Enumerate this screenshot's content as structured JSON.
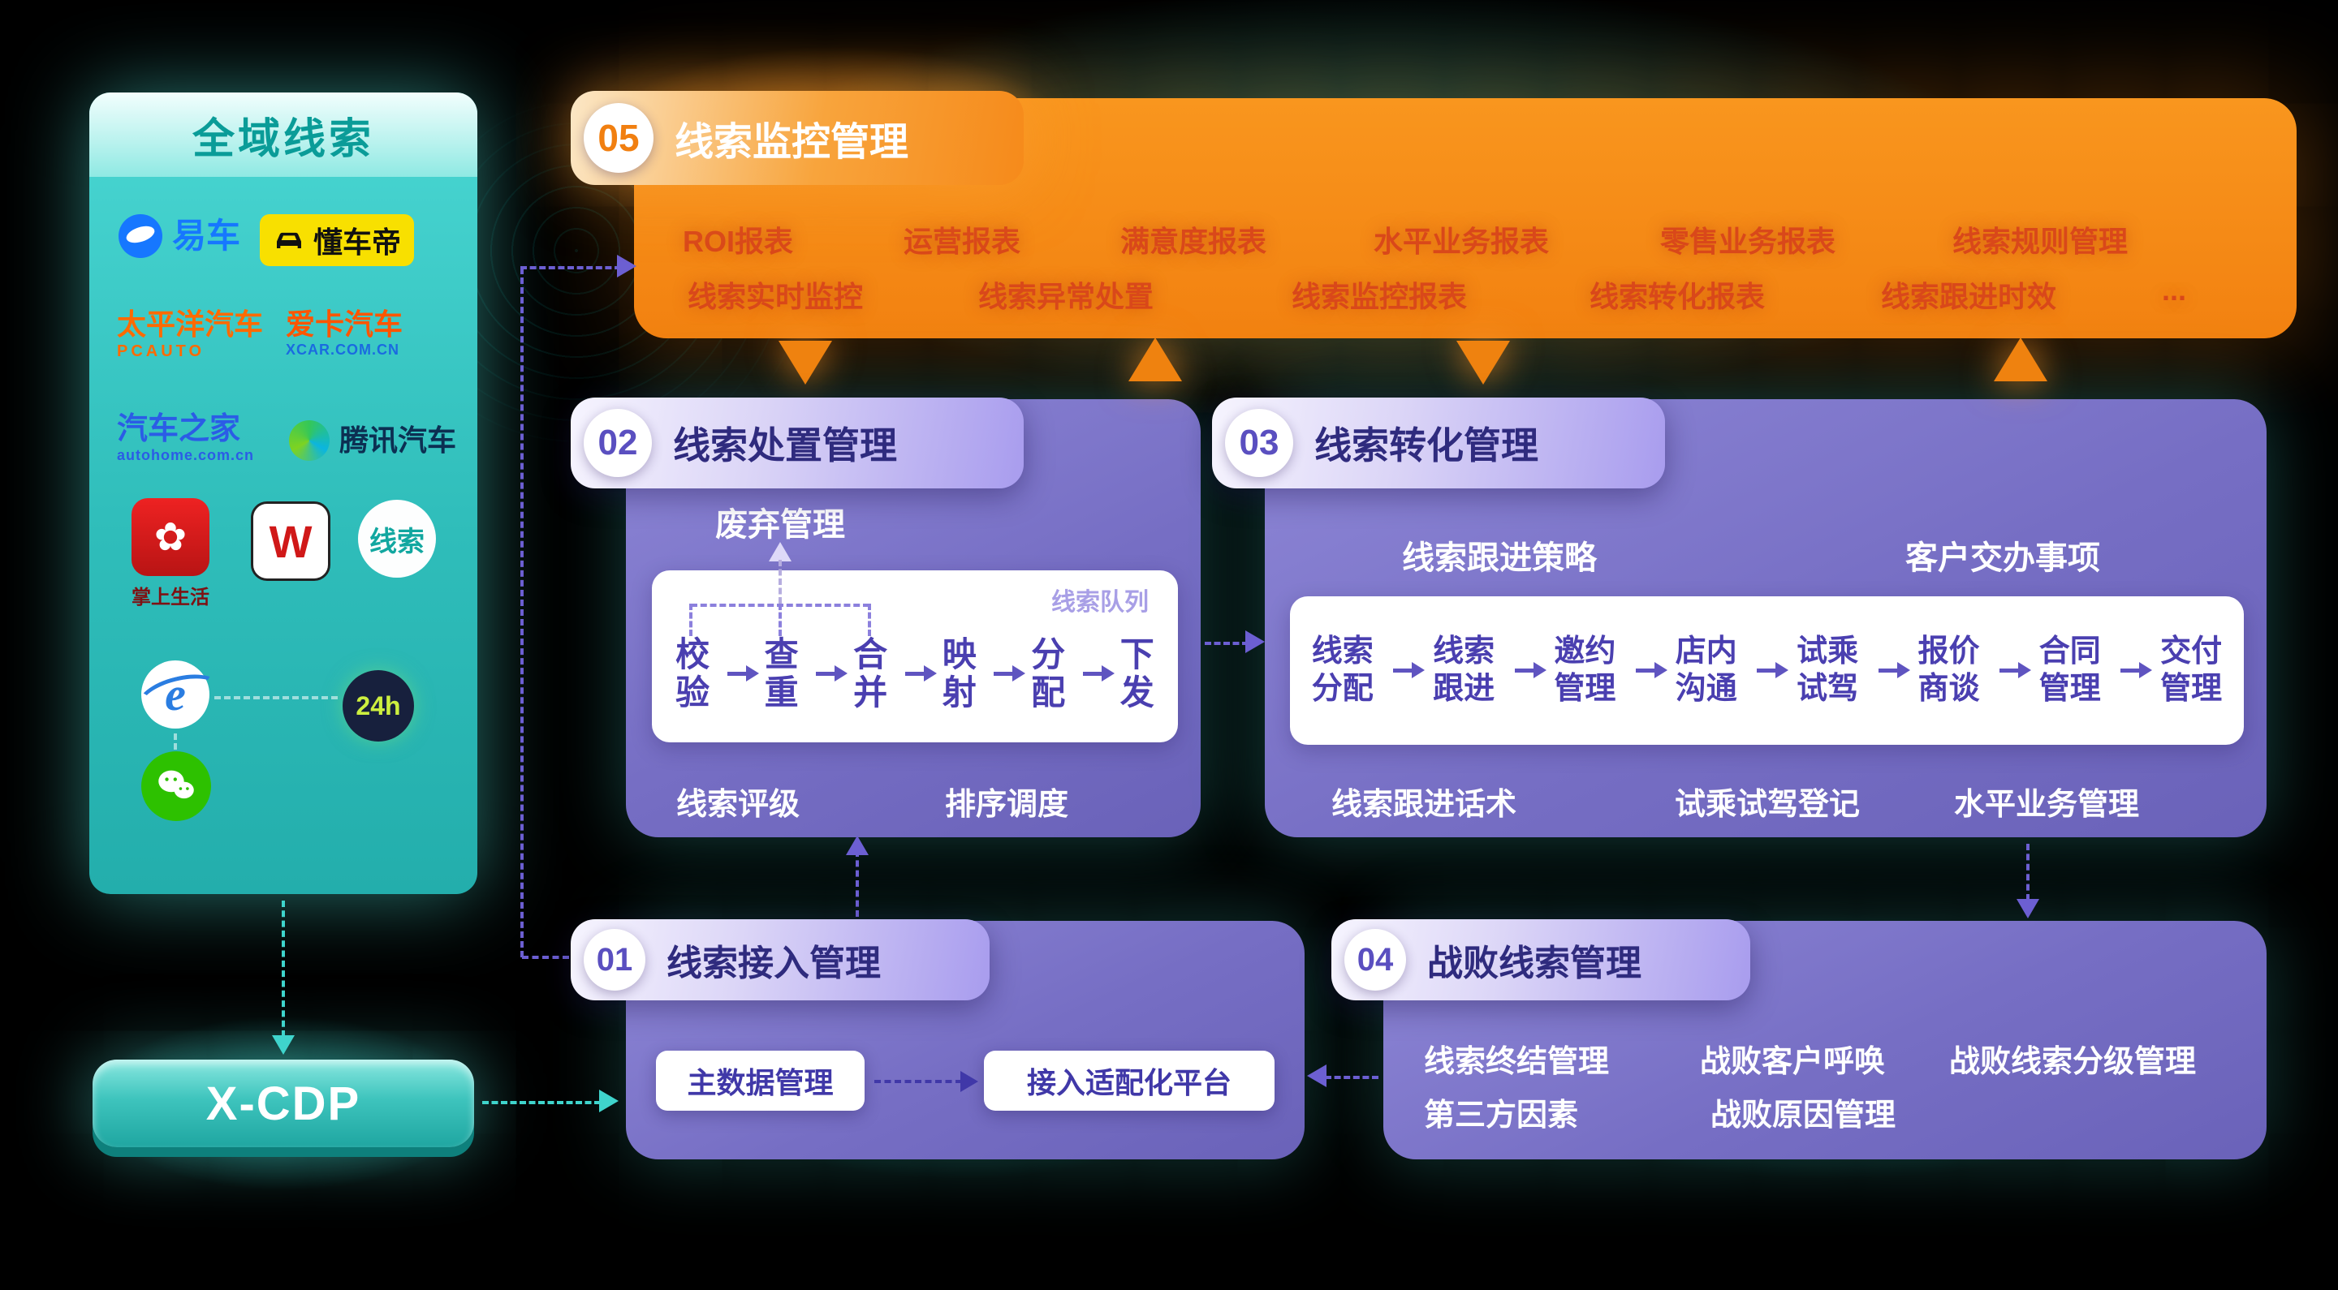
{
  "sidebar": {
    "title": "全域线索",
    "logos": {
      "yiche": "易车",
      "dongchedi": "懂车帝",
      "pcauto": "太平洋汽车",
      "pcauto_sub": "PCAUTO",
      "xcar": "爱卡汽车",
      "xcar_sub": "XCAR.COM.CN",
      "autohome": "汽车之家",
      "autohome_sub": "autohome.com.cn",
      "tencent": "腾讯汽车",
      "zhangshang": "掌上生活",
      "w": "W",
      "clue": "线索",
      "ie": "e",
      "h24": "24h"
    }
  },
  "xcdp": {
    "label": "X-CDP"
  },
  "block05": {
    "number": "05",
    "title": "线索监控管理",
    "row1": [
      "ROI报表",
      "运营报表",
      "满意度报表",
      "水平业务报表",
      "零售业务报表",
      "线索规则管理"
    ],
    "row2": [
      "线索实时监控",
      "线索异常处置",
      "线索监控报表",
      "线索转化报表",
      "线索跟进时效",
      "..."
    ]
  },
  "block02": {
    "number": "02",
    "title": "线索处置管理",
    "discard_label": "废弃管理",
    "queue_label": "线索队列",
    "steps": [
      "校验",
      "查重",
      "合并",
      "映射",
      "分配",
      "下发"
    ],
    "bottom_left": "线索评级",
    "bottom_right": "排序调度"
  },
  "block03": {
    "number": "03",
    "title": "线索转化管理",
    "top_left": "线索跟进策略",
    "top_right": "客户交办事项",
    "steps": [
      "线索分配",
      "线索跟进",
      "邀约管理",
      "店内沟通",
      "试乘试驾",
      "报价商谈",
      "合同管理",
      "交付管理"
    ],
    "bottom": [
      "线索跟进话术",
      "试乘试驾登记",
      "水平业务管理"
    ]
  },
  "block01": {
    "number": "01",
    "title": "线索接入管理",
    "box_left": "主数据管理",
    "box_right": "接入适配化平台"
  },
  "block04": {
    "number": "04",
    "title": "战败线索管理",
    "row1": [
      "线索终结管理",
      "战败客户呼唤",
      "战败线索分级管理"
    ],
    "row2": [
      "第三方因素",
      "战败原因管理"
    ]
  },
  "colors": {
    "teal": "#35c7c4",
    "orange": "#f6881a",
    "purple": "#7d76c8",
    "title_text": "#2f2b7e",
    "orange_item_text": "#d9481a",
    "step_text": "#4a3fb0"
  }
}
